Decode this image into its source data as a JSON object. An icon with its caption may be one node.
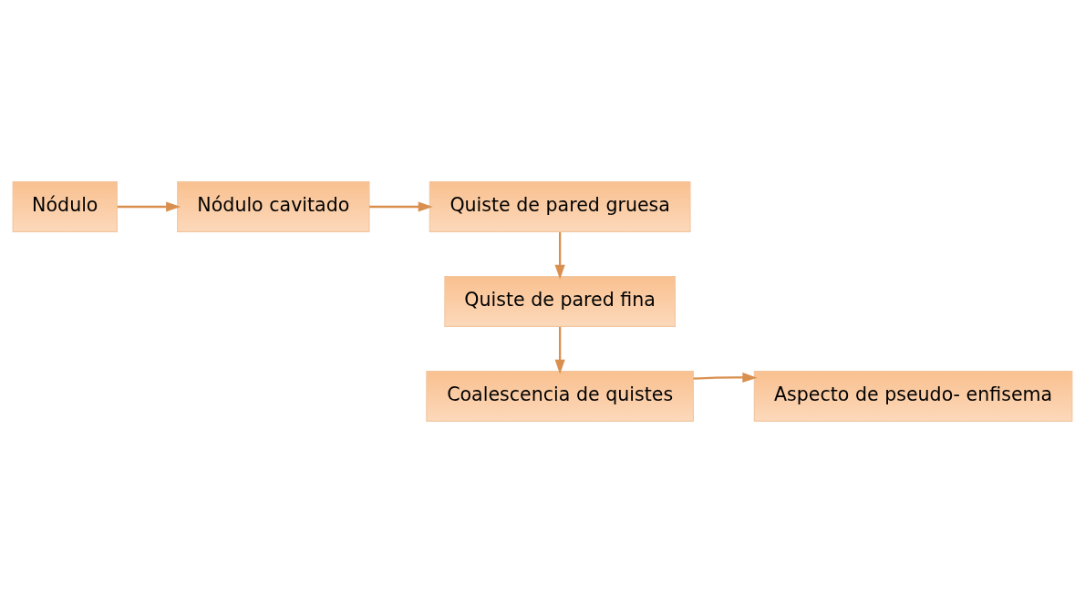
{
  "diagram": {
    "nodes": [
      {
        "text": [
          "Nódulo"
        ]
      },
      {
        "text": [
          "Nódulo cavitado"
        ]
      },
      {
        "text": [
          "Quiste de pared gruesa"
        ]
      },
      {
        "text": [
          "Quiste de pared fina"
        ]
      },
      {
        "text": [
          "Coalescencia de quistes"
        ]
      },
      {
        "text": [
          "Aspecto de pseudo- enfisema"
        ]
      }
    ],
    "edges": [
      {
        "from": 0,
        "to": 1,
        "arrow": "to"
      },
      {
        "from": 1,
        "to": 2,
        "arrow": "to"
      },
      {
        "from": 2,
        "to": 3,
        "arrow": "to"
      },
      {
        "from": 3,
        "to": 4,
        "arrow": "to"
      },
      {
        "from": 4,
        "to": 5,
        "arrow": "to"
      }
    ]
  }
}
